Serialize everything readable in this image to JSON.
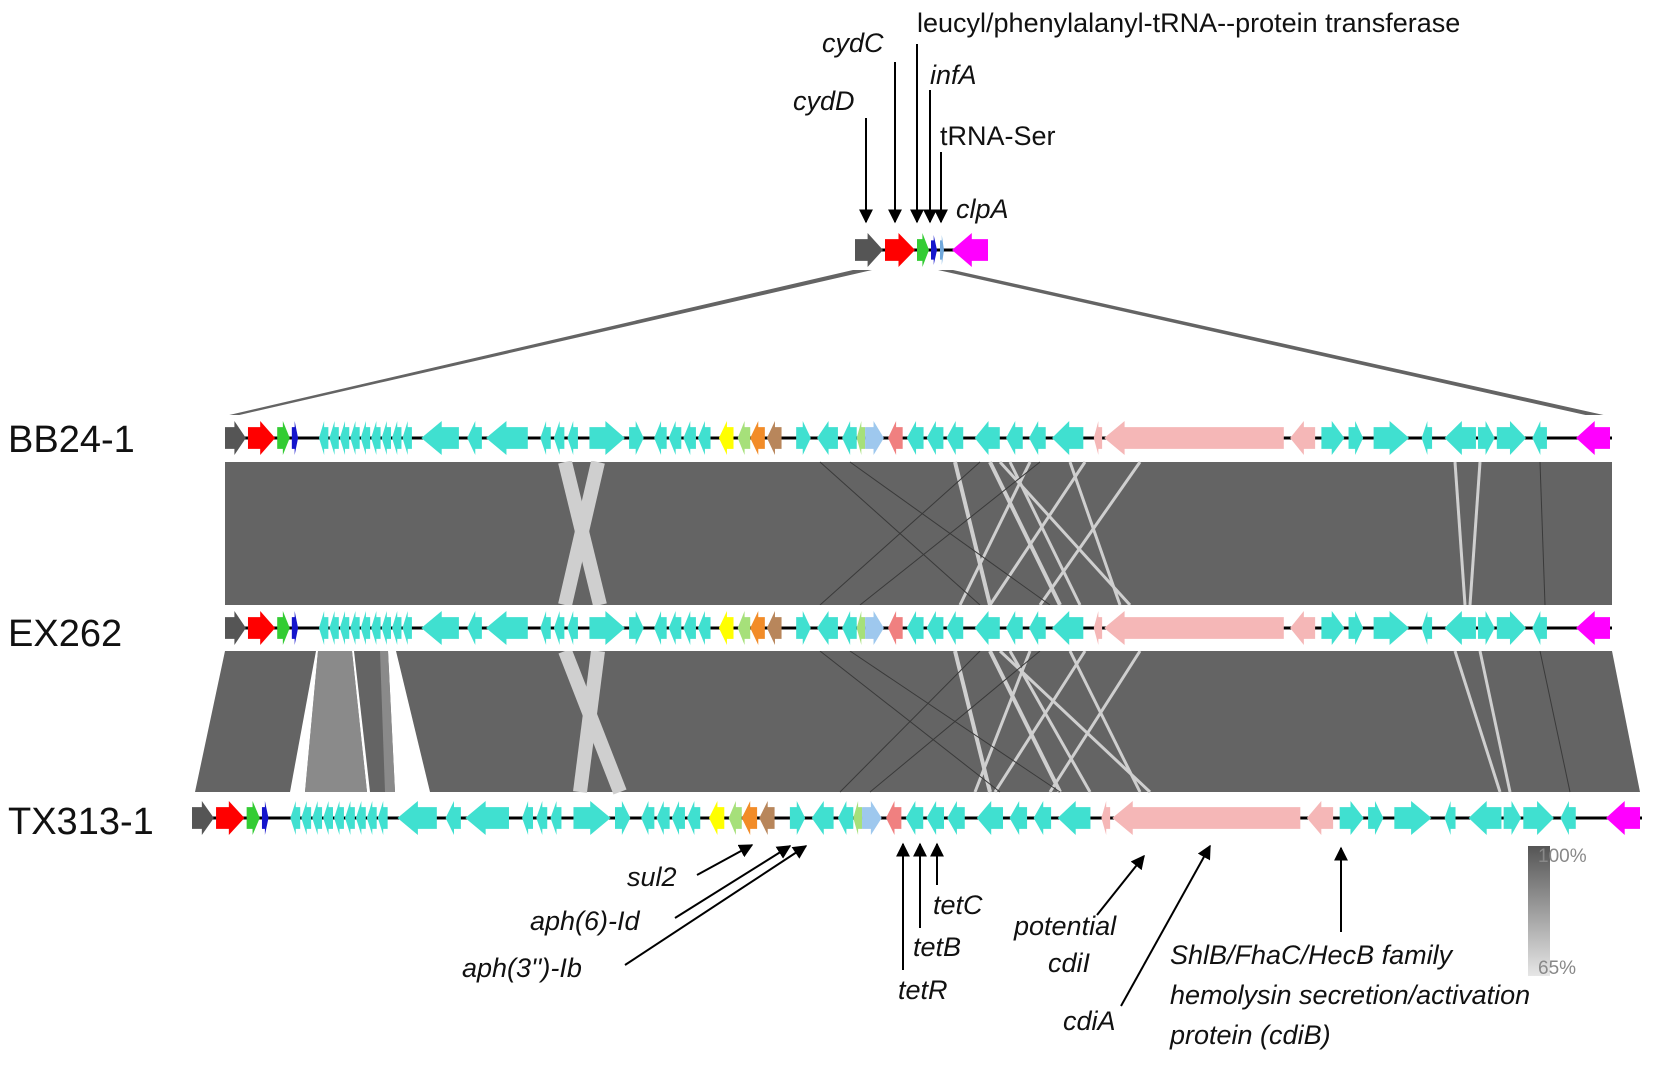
{
  "strains": [
    {
      "label": "BB24-1"
    },
    {
      "label": "EX262"
    },
    {
      "label": "TX313-1"
    }
  ],
  "top_annotations": {
    "cydD": "cydD",
    "cydC": "cydC",
    "leucyl": "leucyl/phenylalanyl-tRNA--protein transferase",
    "infA": "infA",
    "tRNA_Ser": "tRNA-Ser",
    "clpA": "clpA"
  },
  "bottom_annotations": {
    "sul2": "sul2",
    "aph6": "aph(6)-Id",
    "aph3": "aph(3'')-Ib",
    "tetC": "tetC",
    "tetB": "tetB",
    "tetR": "tetR",
    "potential": "potential",
    "cdiI": "cdiI",
    "cdiA": "cdiA",
    "cdiB_line1": "ShlB/FhaC/HecB family",
    "cdiB_line2": "hemolysin secretion/activation",
    "cdiB_line3": "protein (cdiB)"
  },
  "legend": {
    "max": "100%",
    "min": "65%"
  },
  "colors": {
    "cyan": "#40E0D0",
    "red": "#FF0000",
    "green": "#33CC33",
    "blue": "#1515CC",
    "magenta": "#FF00FF",
    "gray_gene": "#555555",
    "yellow": "#FFFF00",
    "orange": "#F28C28",
    "brown": "#B8865B",
    "light_blue": "#9EC8EE",
    "salmon": "#F08080",
    "pink": "#F5B7B7",
    "light_green": "#A6E07A",
    "homology_dark": "#646464",
    "homology_light": "#cfcfcf"
  }
}
